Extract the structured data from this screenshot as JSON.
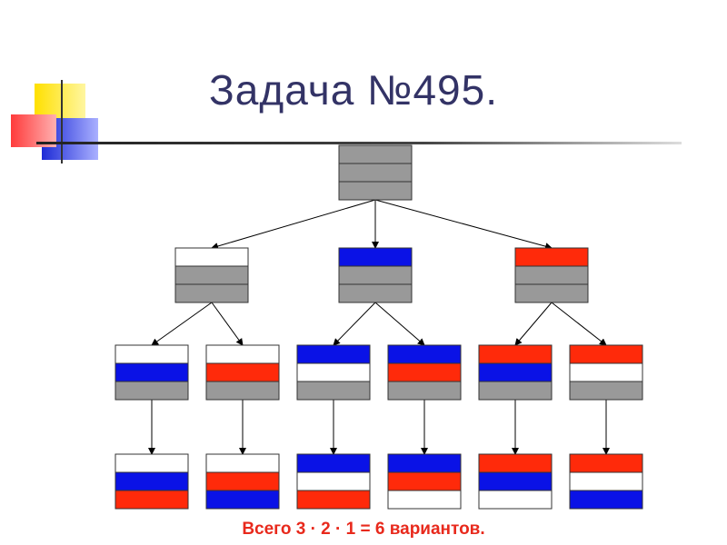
{
  "title": "Задача №495.",
  "footer": "Всего 3 · 2 · 1 = 6 вариантов.",
  "colors": {
    "white": "#ffffff",
    "blue": "#0a12e6",
    "red": "#ff2a0a",
    "gray": "#999999",
    "title": "#333366",
    "footer": "#e8291c"
  },
  "tree": {
    "root": [
      "gray",
      "gray",
      "gray"
    ],
    "level1": [
      [
        "white",
        "gray",
        "gray"
      ],
      [
        "blue",
        "gray",
        "gray"
      ],
      [
        "red",
        "gray",
        "gray"
      ]
    ],
    "level2": [
      [
        "white",
        "blue",
        "gray"
      ],
      [
        "white",
        "red",
        "gray"
      ],
      [
        "blue",
        "white",
        "gray"
      ],
      [
        "blue",
        "red",
        "gray"
      ],
      [
        "red",
        "blue",
        "gray"
      ],
      [
        "red",
        "white",
        "gray"
      ]
    ],
    "level3": [
      [
        "white",
        "blue",
        "red"
      ],
      [
        "white",
        "red",
        "blue"
      ],
      [
        "blue",
        "white",
        "red"
      ],
      [
        "blue",
        "red",
        "white"
      ],
      [
        "red",
        "blue",
        "white"
      ],
      [
        "red",
        "white",
        "blue"
      ]
    ]
  }
}
